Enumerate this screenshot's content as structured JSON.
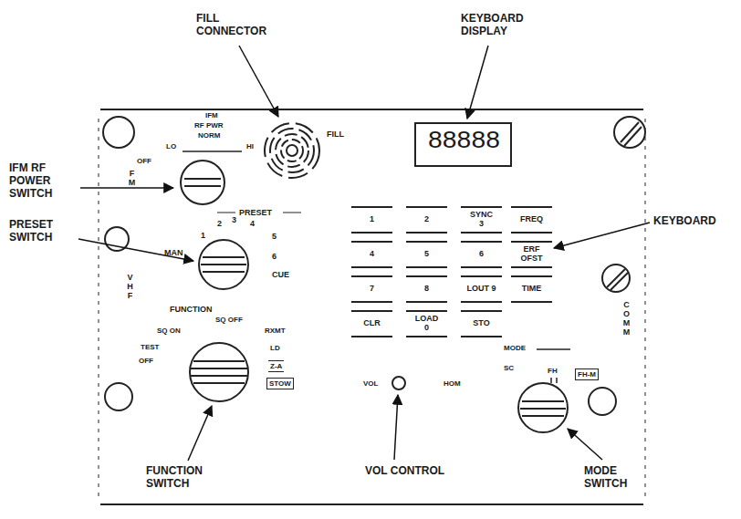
{
  "diagram": {
    "nodes": [
      {
        "text": [
          "1"
        ]
      },
      {
        "text": [
          "2"
        ]
      },
      {
        "text": [
          "SYNC 3"
        ]
      },
      {
        "text": [
          "FREQ"
        ]
      },
      {
        "text": [
          "4"
        ]
      },
      {
        "text": [
          "5"
        ]
      },
      {
        "text": [
          "6"
        ]
      },
      {
        "text": [
          "ERF OFST"
        ]
      },
      {
        "text": [
          "7"
        ]
      },
      {
        "text": [
          "8"
        ]
      },
      {
        "text": [
          "LOUT 9"
        ]
      },
      {
        "text": [
          "TIME"
        ]
      },
      {
        "text": [
          "CLR"
        ]
      },
      {
        "text": [
          "LOAD 0"
        ]
      },
      {
        "text": [
          "STO"
        ]
      }
    ],
    "labels": [
      "FILL CONNECTOR",
      "KEYBOARD DISPLAY",
      "IFM RF POWER SWITCH",
      "PRESET SWITCH",
      "KEYBOARD",
      "FUNCTION SWITCH",
      "VOL CONTROL",
      "MODE SWITCH",
      "FILL",
      "88888",
      "IFM",
      "RF PWR",
      "NORM",
      "LO",
      "HI",
      "OFF",
      "FM",
      "PRESET",
      "1",
      "2",
      "3",
      "4",
      "5",
      "6",
      "MAN",
      "CUE",
      "VHF",
      "FUNCTION",
      "SQ OFF",
      "SQ ON",
      "RXMT",
      "TEST",
      "LD",
      "OFF",
      "Z-A",
      "STOW",
      "VOL",
      "HOM",
      "MODE",
      "SC",
      "FH",
      "FH-M",
      "COMM"
    ]
  }
}
